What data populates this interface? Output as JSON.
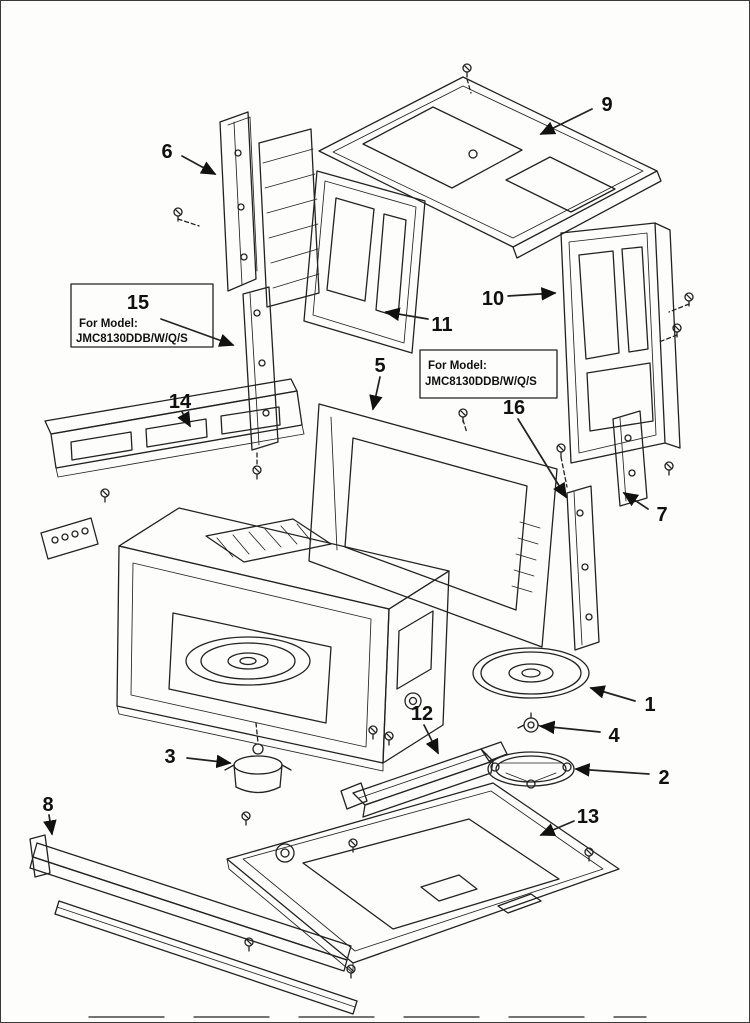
{
  "figure": {
    "model_note": {
      "line1": "For Model:",
      "line2": "JMC8130DDB/W/Q/S"
    },
    "callouts": [
      "1",
      "2",
      "3",
      "4",
      "5",
      "6",
      "7",
      "8",
      "9",
      "10",
      "11",
      "12",
      "13",
      "14",
      "15",
      "16"
    ],
    "colors": {
      "ink": "#222222",
      "paper": "#fdfdfc"
    }
  }
}
